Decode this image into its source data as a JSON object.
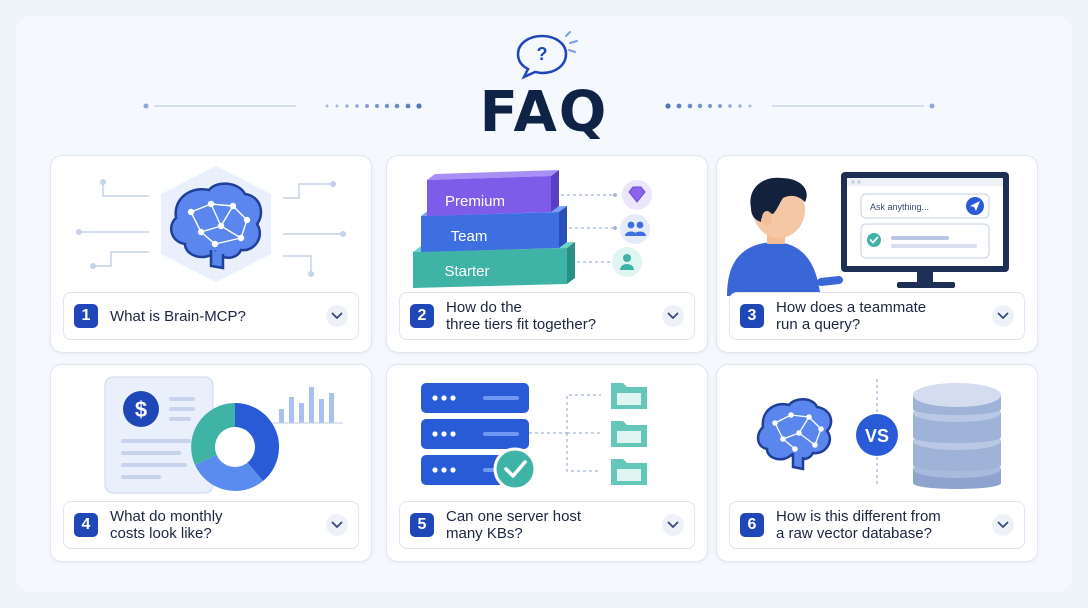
{
  "page": {
    "title": "FAQ"
  },
  "icons": {
    "header": "speech-bubble-question-icon",
    "toggle": "chevron-down-icon"
  },
  "colors": {
    "navy": "#0f2346",
    "accent": "#1f47b8",
    "premium": "#7e5be8",
    "team": "#3e6fe0",
    "starter": "#3fb3a6"
  },
  "faq": [
    {
      "number": "1",
      "question": "What is Brain-MCP?",
      "illustration": "brain-network"
    },
    {
      "number": "2",
      "question": "How do the\nthree tiers fit together?",
      "illustration": "tier-stack",
      "tiers": [
        "Premium",
        "Team",
        "Starter"
      ]
    },
    {
      "number": "3",
      "question": "How does a teammate\nrun a query?",
      "illustration": "person-at-monitor",
      "search_placeholder": "Ask anything..."
    },
    {
      "number": "4",
      "question": "What do monthly\ncosts look like?",
      "illustration": "invoice-donut-chart",
      "currency_symbol": "$"
    },
    {
      "number": "5",
      "question": "Can one server host\nmany KBs?",
      "illustration": "server-to-folders"
    },
    {
      "number": "6",
      "question": "How is this different from\na raw vector database?",
      "illustration": "brain-vs-database",
      "vs_label": "VS"
    }
  ]
}
